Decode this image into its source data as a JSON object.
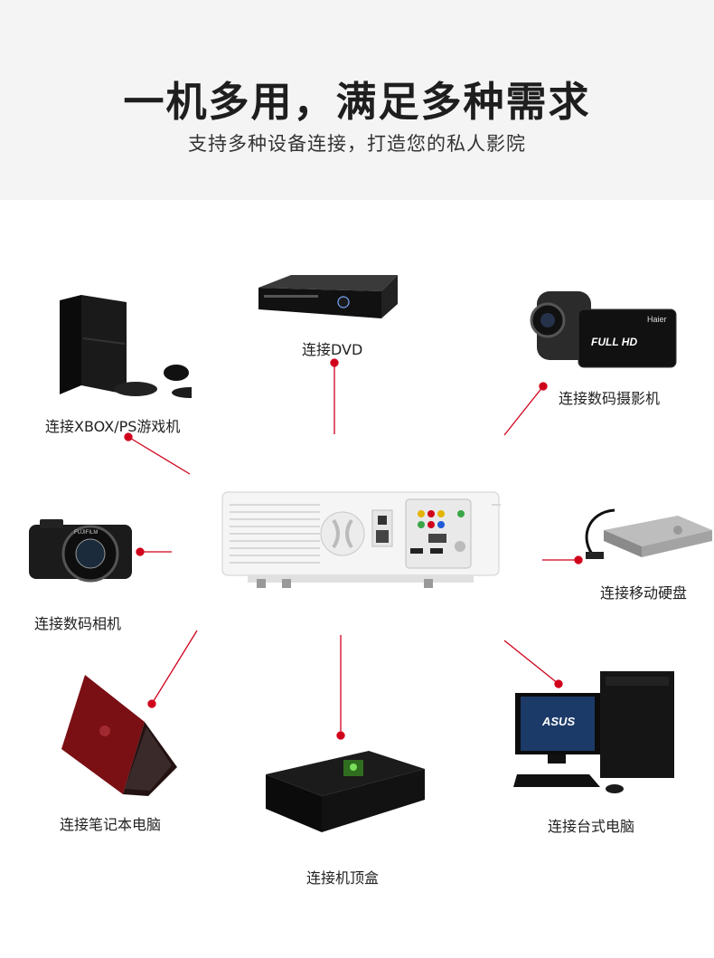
{
  "header": {
    "title": "一机多用，满足多种需求",
    "subtitle": "支持多种设备连接，打造您的私人影院"
  },
  "devices": [
    {
      "id": "dvd",
      "label": "连接DVD"
    },
    {
      "id": "game-console",
      "label": "连接XBOX/PS游戏机"
    },
    {
      "id": "camcorder",
      "label": "连接数码摄影机",
      "brand": "Haier",
      "badge": "FULL HD"
    },
    {
      "id": "digital-camera",
      "label": "连接数码相机",
      "brand": "FUJIFILM"
    },
    {
      "id": "external-drive",
      "label": "连接移动硬盘"
    },
    {
      "id": "laptop",
      "label": "连接笔记本电脑"
    },
    {
      "id": "set-top-box",
      "label": "连接机顶盒"
    },
    {
      "id": "desktop-pc",
      "label": "连接台式电脑",
      "brand": "ASUS"
    }
  ],
  "colors": {
    "connector": "#d0021b",
    "header_bg": "#f4f4f4"
  }
}
